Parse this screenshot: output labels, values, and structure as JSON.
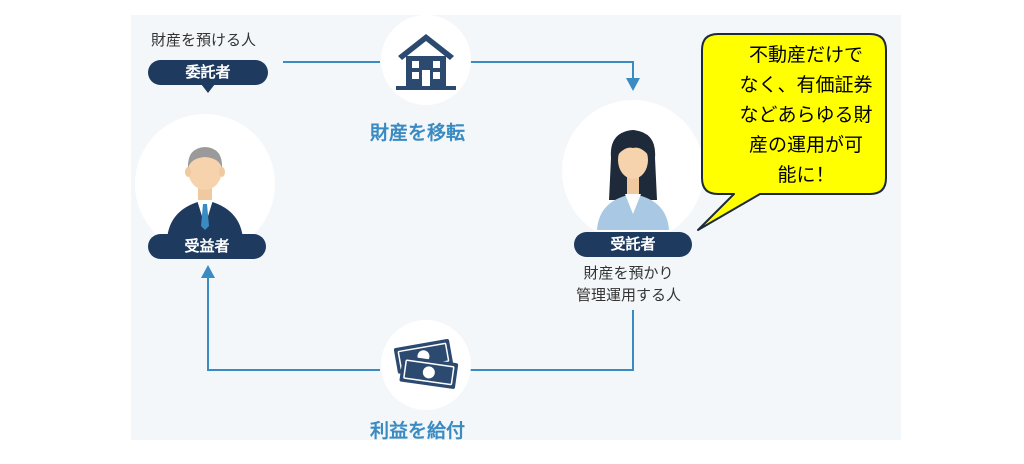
{
  "truster": {
    "caption": "財産を預ける人",
    "role": "委託者"
  },
  "beneficiary": {
    "role": "受益者"
  },
  "trustee": {
    "role": "受託者",
    "caption": "財産を預かり\n管理運用する人"
  },
  "transfer": {
    "label": "財産を移転",
    "icon": "house-icon"
  },
  "benefit": {
    "label": "利益を給付",
    "icon": "money-icon"
  },
  "callout": {
    "text": "不動産だけで\nなく、有価証券\nなどあらゆる財\n産の運用が可\n能に！"
  },
  "colors": {
    "navy": "#1e3a5f",
    "blue": "#3a8bc2",
    "bubble": "#ffff00"
  }
}
